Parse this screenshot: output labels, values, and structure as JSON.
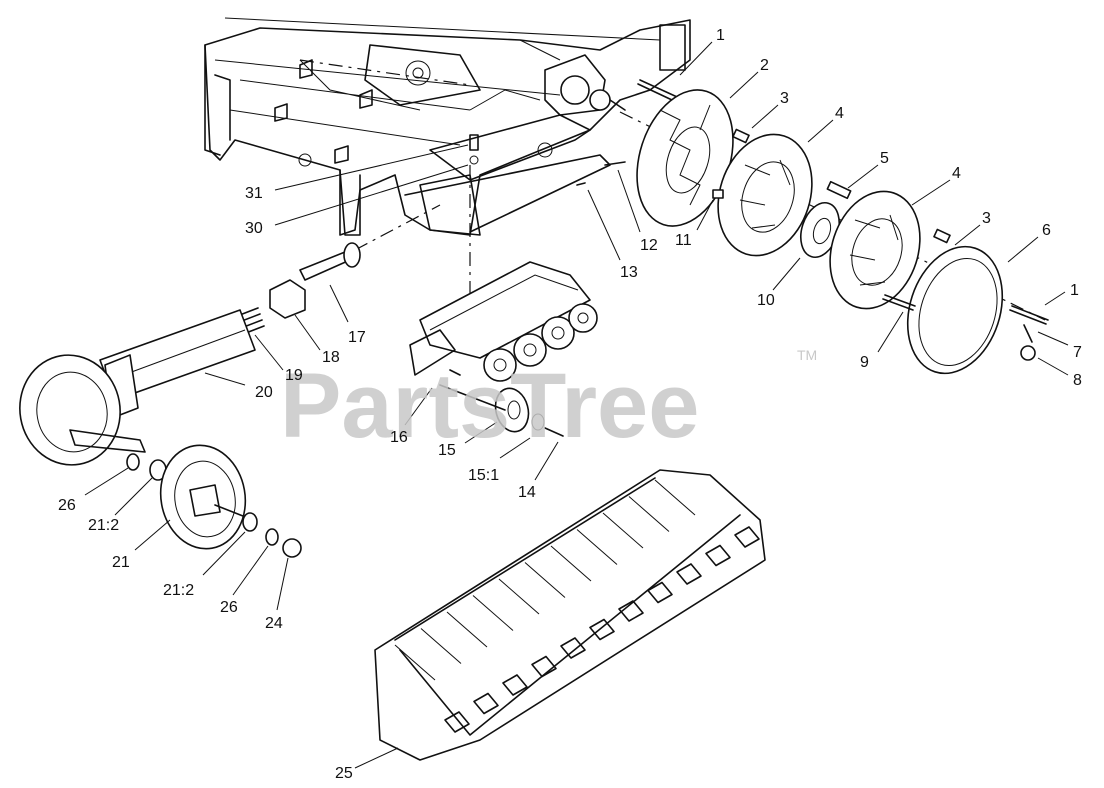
{
  "watermark": {
    "text": "PartsTree",
    "trademark": "TM"
  },
  "callouts": [
    {
      "id": "c1a",
      "text": "1"
    },
    {
      "id": "c2",
      "text": "2"
    },
    {
      "id": "c3a",
      "text": "3"
    },
    {
      "id": "c4a",
      "text": "4"
    },
    {
      "id": "c5",
      "text": "5"
    },
    {
      "id": "c4b",
      "text": "4"
    },
    {
      "id": "c3b",
      "text": "3"
    },
    {
      "id": "c6",
      "text": "6"
    },
    {
      "id": "c1b",
      "text": "1"
    },
    {
      "id": "c7",
      "text": "7"
    },
    {
      "id": "c8",
      "text": "8"
    },
    {
      "id": "c9",
      "text": "9"
    },
    {
      "id": "c10",
      "text": "10"
    },
    {
      "id": "c11",
      "text": "11"
    },
    {
      "id": "c12",
      "text": "12"
    },
    {
      "id": "c13",
      "text": "13"
    },
    {
      "id": "c31",
      "text": "31"
    },
    {
      "id": "c30",
      "text": "30"
    },
    {
      "id": "c17",
      "text": "17"
    },
    {
      "id": "c18",
      "text": "18"
    },
    {
      "id": "c19",
      "text": "19"
    },
    {
      "id": "c20",
      "text": "20"
    },
    {
      "id": "c16",
      "text": "16"
    },
    {
      "id": "c15",
      "text": "15"
    },
    {
      "id": "c151",
      "text": "15:1"
    },
    {
      "id": "c14",
      "text": "14"
    },
    {
      "id": "c26a",
      "text": "26"
    },
    {
      "id": "c212a",
      "text": "21:2"
    },
    {
      "id": "c21",
      "text": "21"
    },
    {
      "id": "c212b",
      "text": "21:2"
    },
    {
      "id": "c26b",
      "text": "26"
    },
    {
      "id": "c24",
      "text": "24"
    },
    {
      "id": "c25",
      "text": "25"
    }
  ]
}
